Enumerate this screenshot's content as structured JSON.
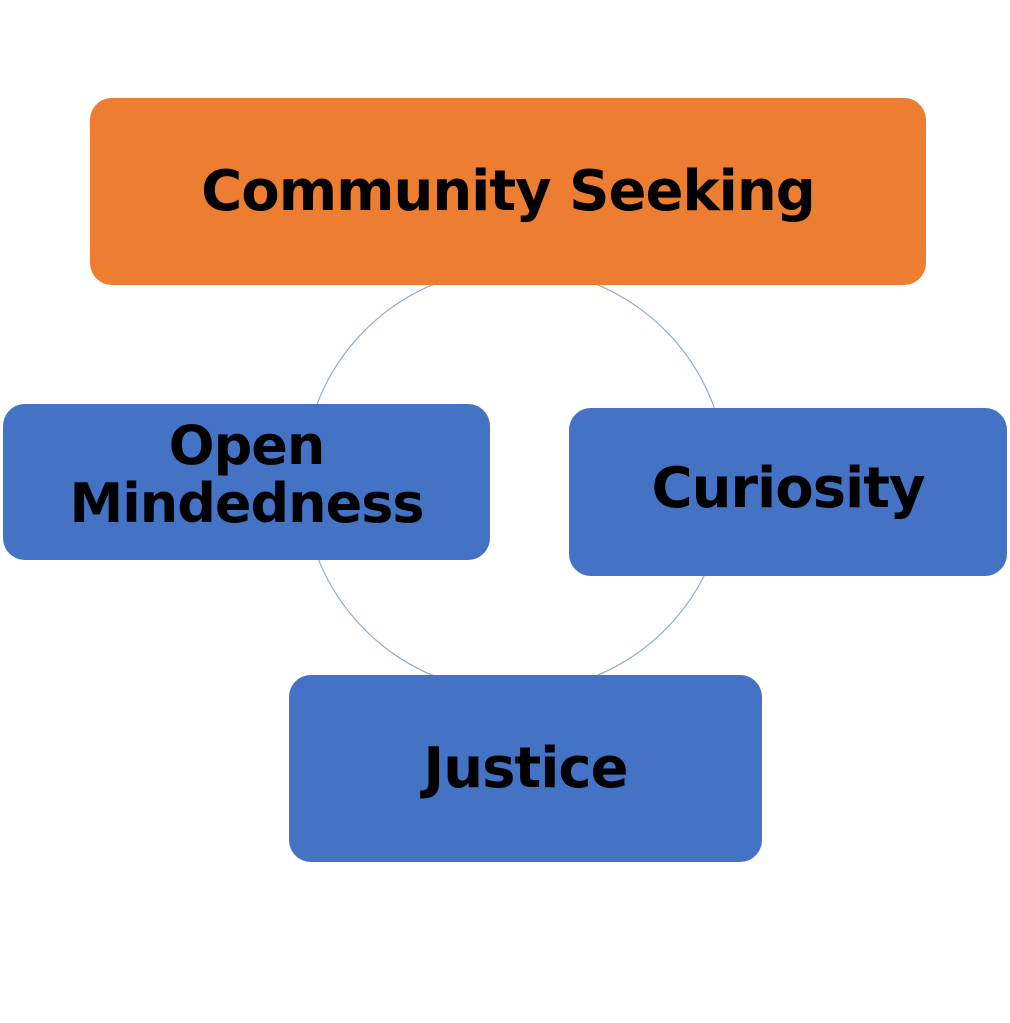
{
  "diagram": {
    "type": "cycle",
    "colors": {
      "highlight": "#ED7D31",
      "node": "#4472C4",
      "connector": "#8FAADC",
      "text": "#000000"
    },
    "nodes": [
      {
        "id": "community",
        "label": "Community Seeking",
        "highlighted": true
      },
      {
        "id": "curiosity",
        "label": "Curiosity",
        "highlighted": false
      },
      {
        "id": "justice",
        "label": "Justice",
        "highlighted": false
      },
      {
        "id": "open",
        "label_lines": [
          "Open",
          "Mindedness"
        ],
        "highlighted": false
      }
    ]
  }
}
